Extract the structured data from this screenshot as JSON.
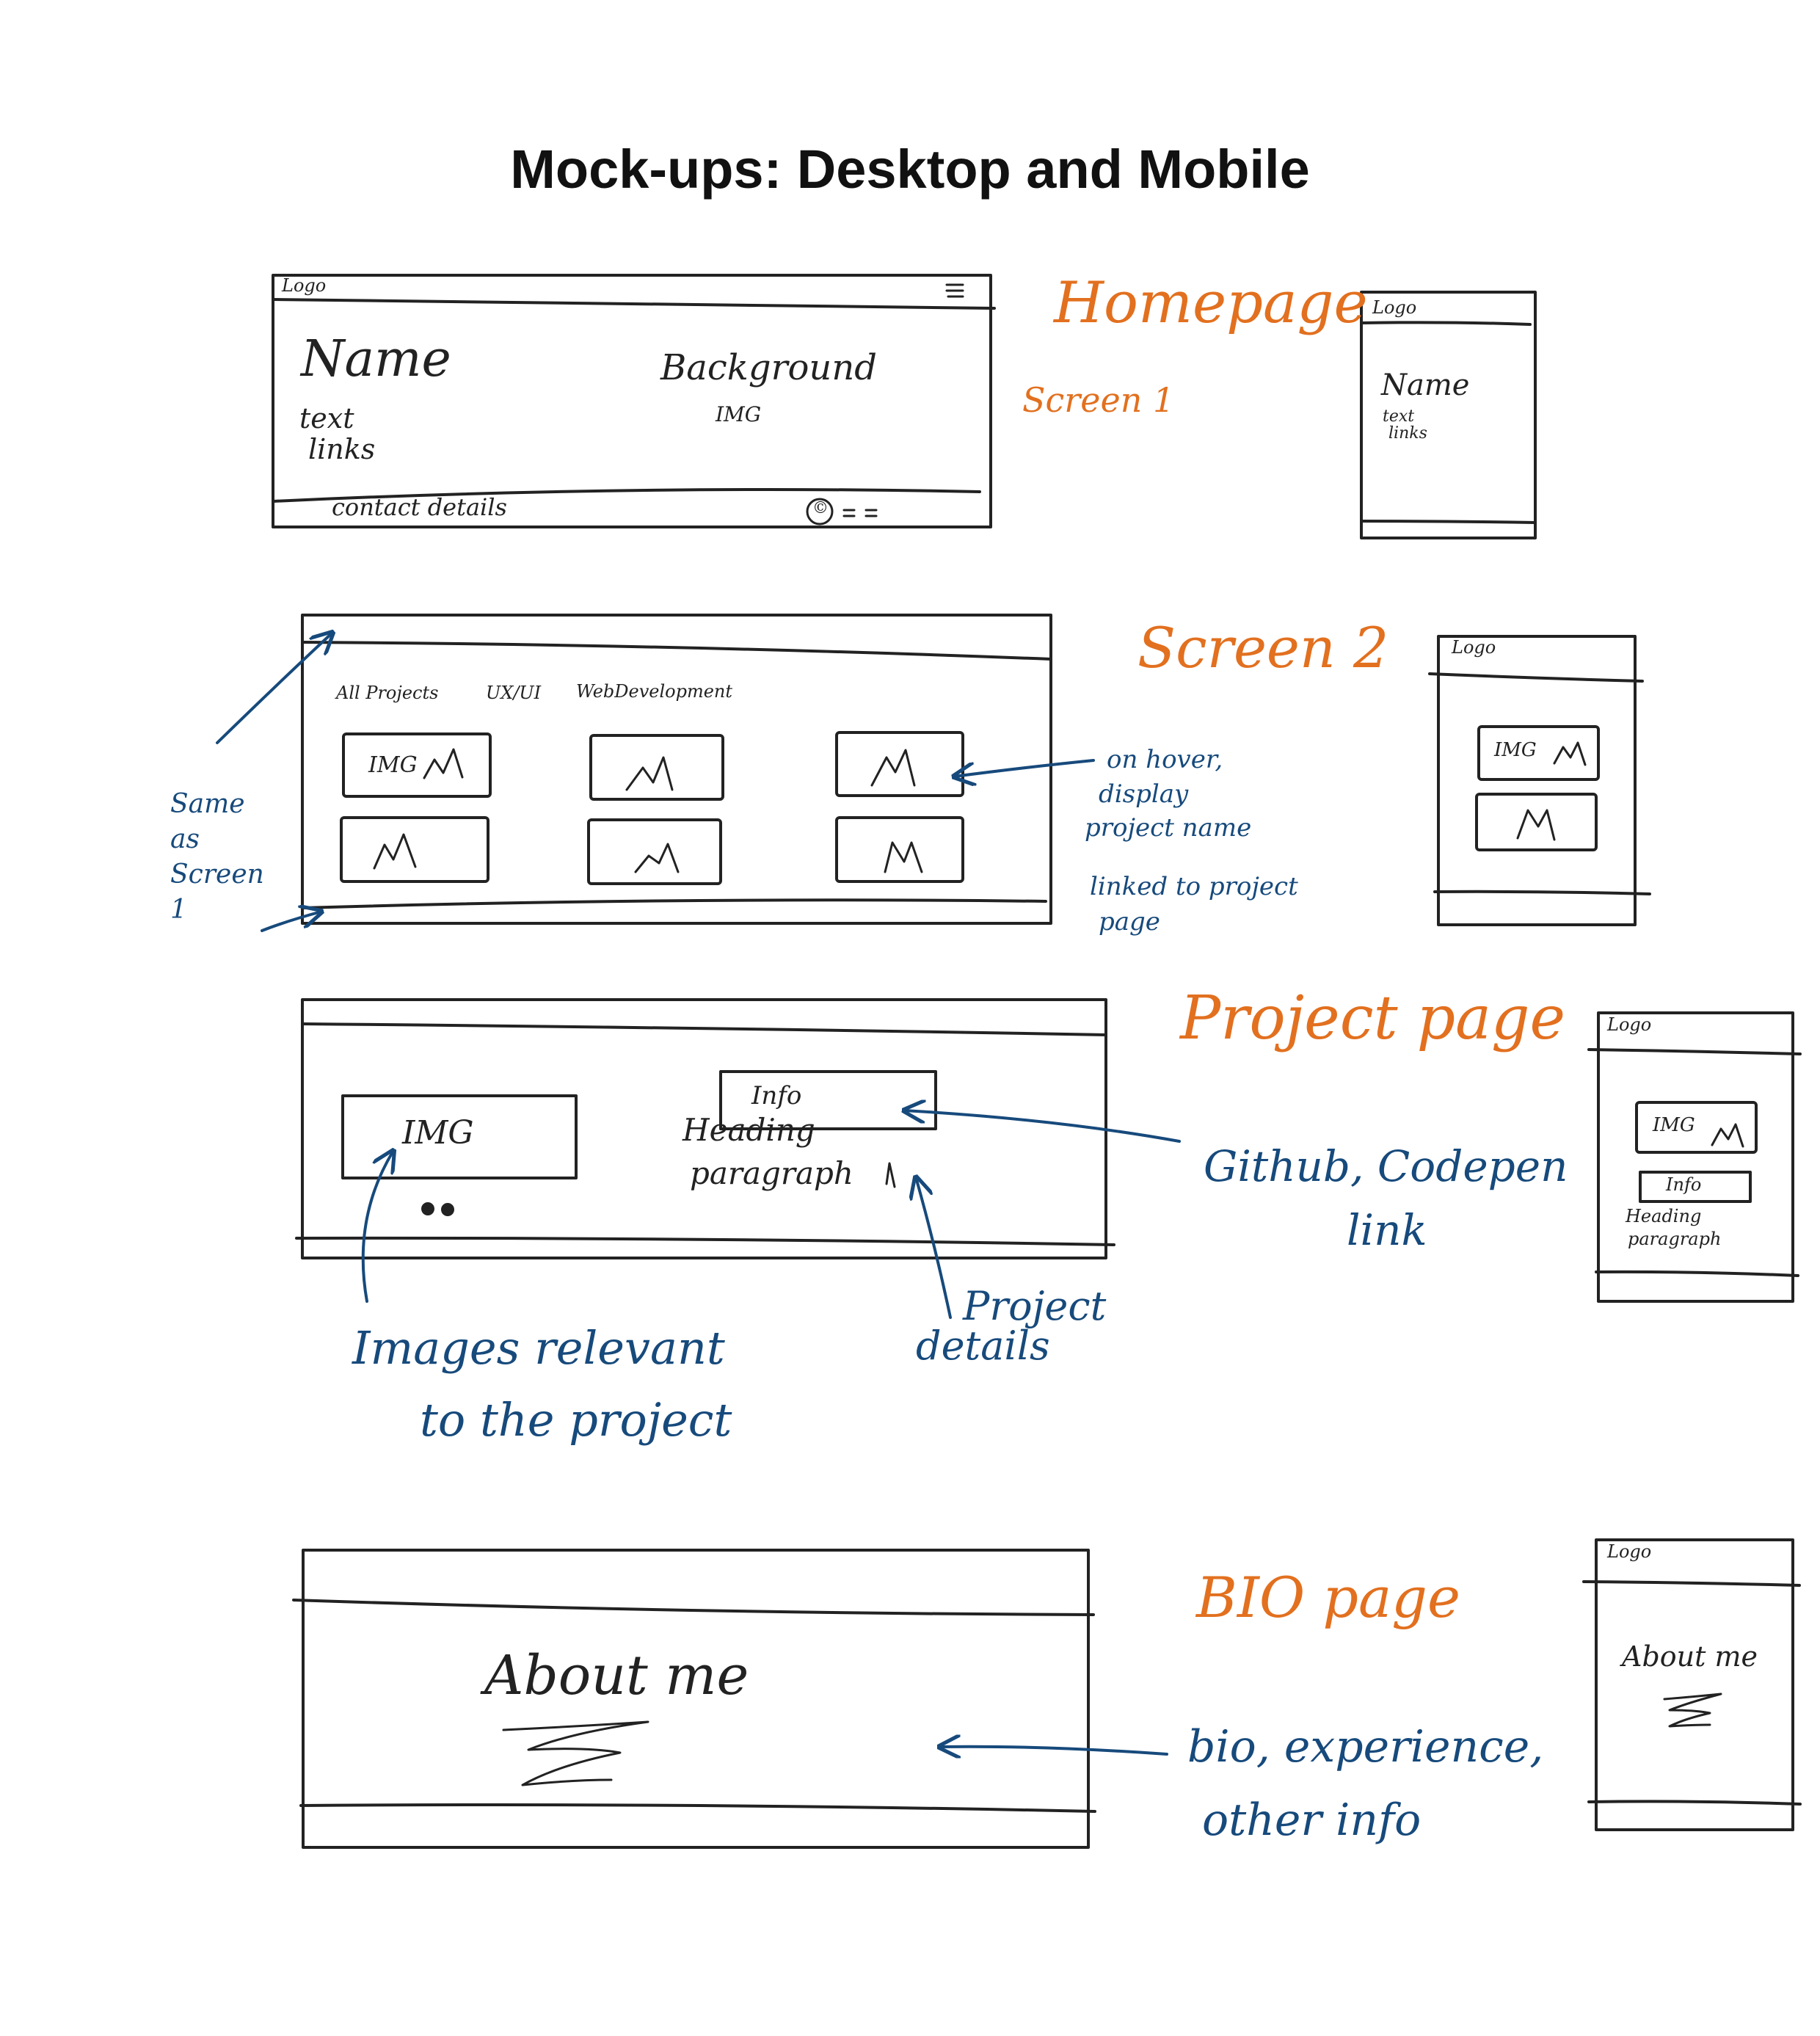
{
  "title": "Mock-ups: Desktop and Mobile",
  "colors": {
    "ink": "#222222",
    "orange": "#e2701f",
    "blue": "#174a7c"
  },
  "homepage": {
    "label": "Homepage",
    "screen_label": "Screen 1",
    "desktop": {
      "logo": "Logo",
      "menu_icon": "hamburger-icon",
      "name": "Name",
      "text": "text",
      "links": "links",
      "background": "Background",
      "img": "IMG",
      "contact": "contact details",
      "copyright": "©"
    },
    "mobile": {
      "logo": "Logo",
      "name": "Name",
      "text": "text",
      "links": "links"
    }
  },
  "screen2": {
    "label": "Screen 2",
    "desktop": {
      "filters": [
        "All Projects",
        "UX/UI",
        "WebDevelopment"
      ],
      "img": "IMG"
    },
    "mobile": {
      "logo": "Logo",
      "img": "IMG"
    },
    "annotation_same": "Same as Screen 1",
    "annotation_hover": [
      "on hover,",
      "display",
      "project name",
      "linked to project",
      "page"
    ]
  },
  "project_page": {
    "label": "Project page",
    "desktop": {
      "img": "IMG",
      "info": "Info",
      "heading": "Heading",
      "paragraph": "paragraph"
    },
    "mobile": {
      "logo": "Logo",
      "img": "IMG",
      "info": "Info",
      "heading": "Heading",
      "paragraph": "paragraph"
    },
    "annotation_links": [
      "Github, Codepen",
      "link"
    ],
    "annotation_images": [
      "Images relevant",
      "to the project"
    ],
    "annotation_details": [
      "Project",
      "details"
    ]
  },
  "bio_page": {
    "label": "BIO page",
    "desktop": {
      "about": "About me"
    },
    "mobile": {
      "logo": "Logo",
      "about": "About me"
    },
    "annotation": [
      "bio, experience,",
      "other info"
    ]
  }
}
